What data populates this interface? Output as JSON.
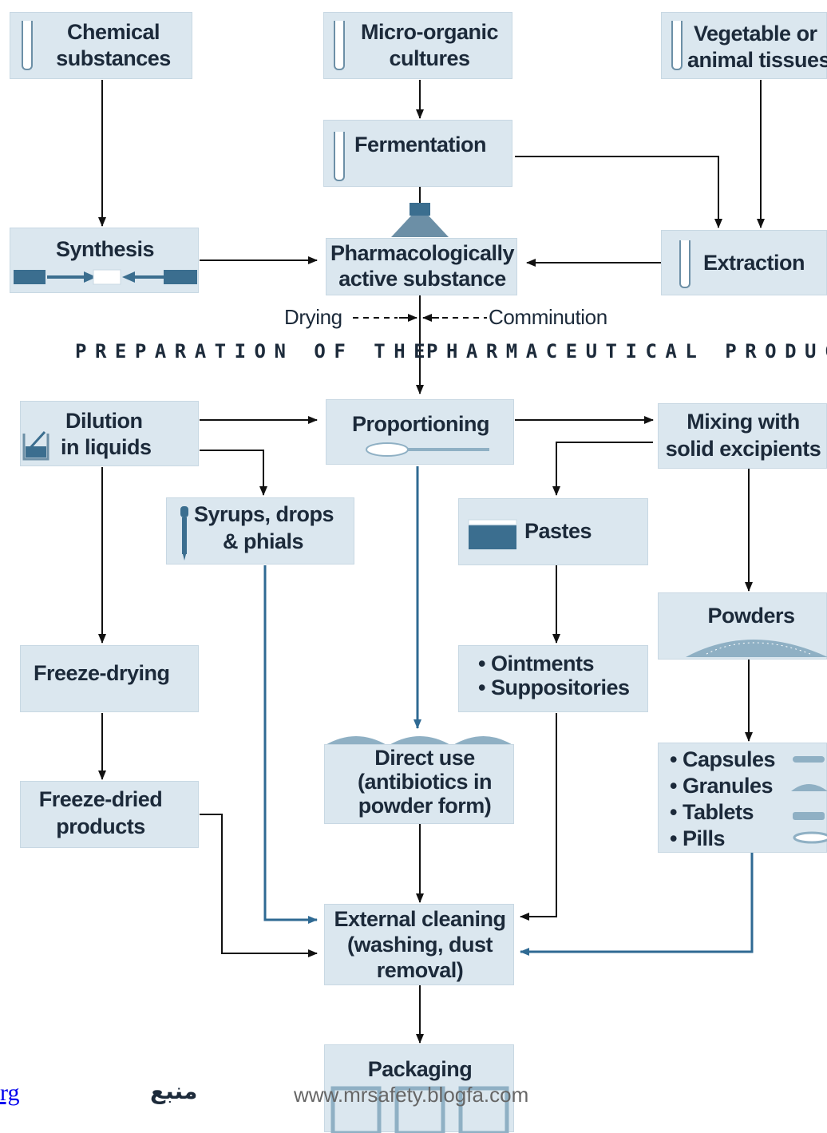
{
  "nodes": {
    "chemical": [
      "Chemical",
      "substances"
    ],
    "micro": [
      "Micro-organic",
      "cultures"
    ],
    "vegetable": [
      "Vegetable or",
      "animal tissues"
    ],
    "fermentation": [
      "Fermentation"
    ],
    "synthesis": [
      "Synthesis"
    ],
    "active": [
      "Pharmacologically",
      "active substance"
    ],
    "extraction": [
      "Extraction"
    ],
    "dilution": [
      "Dilution",
      "in liquids"
    ],
    "proportioning": [
      "Proportioning"
    ],
    "mixing": [
      "Mixing with",
      "solid excipients"
    ],
    "syrups": [
      "Syrups, drops",
      "& phials"
    ],
    "pastes": [
      "Pastes"
    ],
    "powders": [
      "Powders"
    ],
    "freezedrying": [
      "Freeze-drying"
    ],
    "ointments": [
      "• Ointments",
      "• Suppositories"
    ],
    "directuse": [
      "Direct use",
      "(antibiotics in",
      "powder form)"
    ],
    "capsules": [
      "• Capsules",
      "• Granules",
      "• Tablets",
      "• Pills"
    ],
    "freezedried": [
      "Freeze-dried",
      "products"
    ],
    "cleaning": [
      "External cleaning",
      "(washing, dust",
      "removal)"
    ],
    "packaging": [
      "Packaging"
    ]
  },
  "process_labels": {
    "drying": "Drying",
    "comminution": "Comminution"
  },
  "band": {
    "left": "PREPARATION OF THE",
    "right": "PHARMACEUTICAL PRODUCT"
  },
  "footer": {
    "link": "rg",
    "source_label": "منبع",
    "url": "www.mrsafety.blogfa.com"
  },
  "colors": {
    "box_fill": "#dbe7ef",
    "accent": "#3b6e8f",
    "line": "#111111",
    "blue_line": "#2f6a93"
  },
  "icons": {
    "test_tube": "test-tube-icon",
    "beaker": "beaker-icon",
    "spoon": "spoon-icon",
    "dropper": "dropper-icon",
    "powder_pile": "powder-pile-icon",
    "vials": "vial-icon"
  }
}
